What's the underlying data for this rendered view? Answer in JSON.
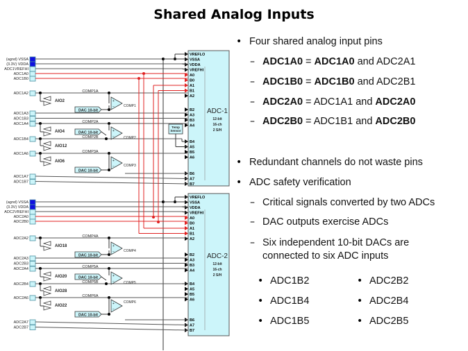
{
  "title": "Shared Analog Inputs",
  "diagram": {
    "adc1": {
      "name": "ADC-1",
      "specs": [
        "12-bit",
        "16-ch",
        "2 S/H"
      ],
      "pins": [
        "VREFLO",
        "VSSA",
        "VDDA",
        "VREFHI",
        "A0",
        "B0",
        "A1",
        "B1",
        "A2",
        "B2",
        "A3",
        "B3",
        "A4",
        "B4",
        "A5",
        "B5",
        "A6",
        "B6",
        "A7",
        "B7"
      ],
      "pin_labels_left": [
        "(agnd) VSSA",
        "(3.3V) VDDA",
        "ADC1VREFHI",
        "ADC1A0",
        "ADC1B0",
        "ADC1A2",
        "ADC1A3",
        "ADC1B3",
        "ADC1A4",
        "ADC1B4",
        "ADC1A6",
        "ADC1A7",
        "ADC1B7"
      ],
      "aio": [
        "AIO2",
        "AIO4",
        "AIO12",
        "AIO6"
      ],
      "comp_nets": [
        "COMP1A",
        "COMP2A",
        "COMP2B",
        "COMP3A"
      ],
      "comps": [
        "COMP1",
        "COMP2",
        "COMP3"
      ],
      "dac_label": "DAC 10-bit",
      "temp_sensor": "Temp Sensor"
    },
    "adc2": {
      "name": "ADC-2",
      "specs": [
        "12-bit",
        "16-ch",
        "2 S/H"
      ],
      "pins": [
        "VREFLO",
        "VSSA",
        "VDDA",
        "VREFHI",
        "A0",
        "B0",
        "A1",
        "B1",
        "A2",
        "B2",
        "A3",
        "B3",
        "A4",
        "B4",
        "A5",
        "B5",
        "A6",
        "B6",
        "A7",
        "B7"
      ],
      "pin_labels_left": [
        "(agnd) VSSA",
        "(3.3V) VDDA",
        "ADC2VREFHI",
        "ADC2A0",
        "ADC2B0",
        "ADC2A2",
        "ADC2A3",
        "ADC2B3",
        "ADC2A4",
        "ADC2B4",
        "ADC2A6",
        "ADC2A7",
        "ADC2B7"
      ],
      "aio": [
        "AIO18",
        "AIO20",
        "AIO28",
        "AIO22"
      ],
      "comp_nets": [
        "COMP4A",
        "COMP5A",
        "COMP5B",
        "COMP6A"
      ],
      "comps": [
        "COMP4",
        "COMP5",
        "COMP6"
      ],
      "dac_label": "DAC 10-bit"
    },
    "colors": {
      "box_fill": "#ccf5fa",
      "pad_blue": "#1010e0",
      "red_wire": "#e02020",
      "wire": "#333333"
    }
  },
  "bullets": {
    "b1": "Four shared analog input pins",
    "shared": [
      {
        "lhs": "ADC1A0",
        "r1": "ADC1A0",
        "r1_bold": true,
        "and": "and",
        "r2": "ADC2A1",
        "r2_bold": false
      },
      {
        "lhs": "ADC1B0",
        "r1": "ADC1B0",
        "r1_bold": true,
        "and": "and",
        "r2": "ADC2B1",
        "r2_bold": false
      },
      {
        "lhs": "ADC2A0",
        "r1": "ADC1A1",
        "r1_bold": false,
        "and": "and",
        "r2": "ADC2A0",
        "r2_bold": true
      },
      {
        "lhs": "ADC2B0",
        "r1": "ADC1B1",
        "r1_bold": false,
        "and": "and",
        "r2": "ADC2B0",
        "r2_bold": true
      }
    ],
    "b2": "Redundant channels do not waste pins",
    "b3": "ADC safety verification",
    "sub3": [
      "Critical signals converted by two ADCs",
      "DAC outputs exercise ADCs",
      "Six independent  10-bit DACs are",
      "connected  to six ADC inputs"
    ],
    "dac_inputs_col1": [
      "ADC1B2",
      "ADC1B4",
      "ADC1B5"
    ],
    "dac_inputs_col2": [
      "ADC2B2",
      "ADC2B4",
      "ADC2B5"
    ],
    "eq": "="
  }
}
